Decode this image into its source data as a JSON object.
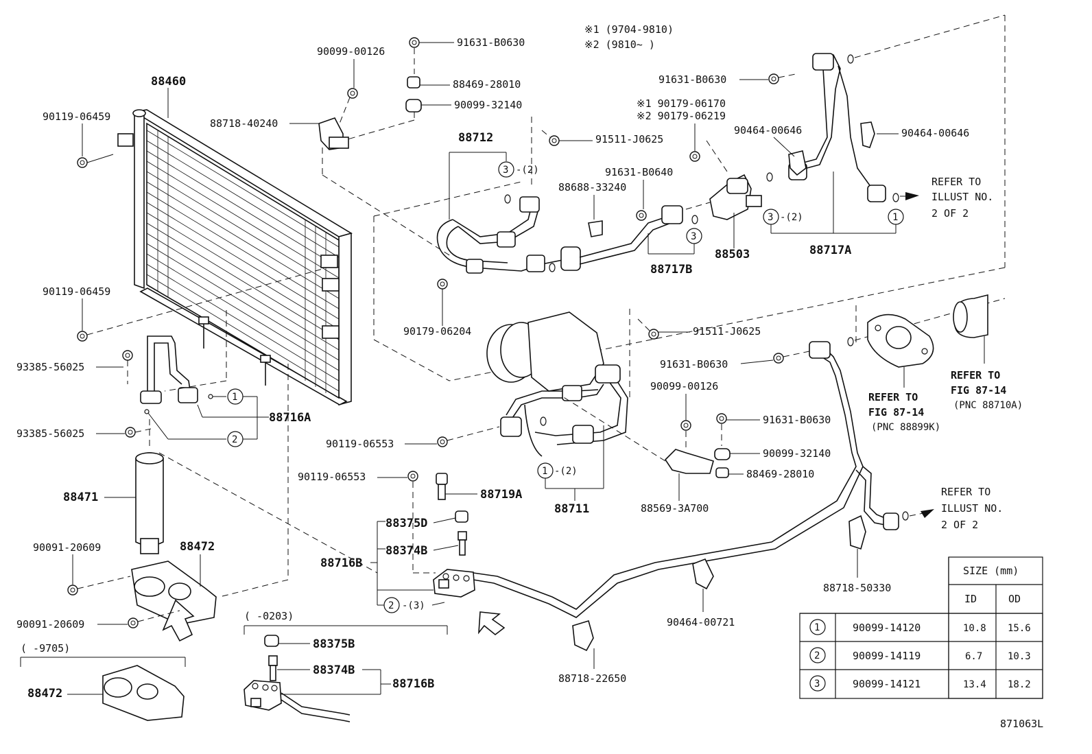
{
  "notes": {
    "line1": "※1 (9704-9810)",
    "line2": "※2 (9810~      )"
  },
  "labels": {
    "p88460": "88460",
    "p90119_06459_a": "90119-06459",
    "p90119_06459_b": "90119-06459",
    "p93385_a": "93385-56025",
    "p93385_b": "93385-56025",
    "p88716A": "88716A",
    "p88471": "88471",
    "p90091_a": "90091-20609",
    "p90091_b": "90091-20609",
    "p88472_a": "88472",
    "p88472_b": "88472",
    "range_9705": "(     -9705)",
    "range_0203": "(     -0203)",
    "p90099_00126_a": "90099-00126",
    "p91631_B0630_a": "91631-B0630",
    "p88469_a": "88469-28010",
    "p90099_32140_a": "90099-32140",
    "p88718_40240": "88718-40240",
    "p88712": "88712",
    "c3_2_a": "-(2)",
    "p91511_a": "91511-J0625",
    "p90179_06170": "※1 90179-06170",
    "p90179_06219": "※2 90179-06219",
    "p91631_B0630_b": "91631-B0630",
    "p90464_00646_a": "90464-00646",
    "p90464_00646_b": "90464-00646",
    "p91631_B0640": "91631-B0640",
    "p88688": "88688-33240",
    "c3_2_b": "-(2)",
    "p88503": "88503",
    "p88717A": "88717A",
    "p88717B": "88717B",
    "p90179_06204": "90179-06204",
    "p91511_b": "91511-J0625",
    "p91631_B0630_c": "91631-B0630",
    "p90099_00126_b": "90099-00126",
    "p91631_B0630_d": "91631-B0630",
    "p90099_32140_b": "90099-32140",
    "p88469_b": "88469-28010",
    "p88569": "88569-3A700",
    "p90119_06553_a": "90119-06553",
    "p90119_06553_b": "90119-06553",
    "p88719A": "88719A",
    "p88375D": "88375D",
    "p88374B_a": "88374B",
    "p88716B_a": "88716B",
    "c2_3": "-(3)",
    "c1_2": "-(2)",
    "p88711": "88711",
    "p88375B": "88375B",
    "p88374B_b": "88374B",
    "p88716B_b": "88716B",
    "p88718_22650": "88718-22650",
    "p90464_00721": "90464-00721",
    "p88718_50330": "88718-50330",
    "ref1_l1": "REFER TO",
    "ref1_l2": "ILLUST NO.",
    "ref1_l3": "2 OF 2",
    "ref2_l1": "REFER TO",
    "ref2_l2": "ILLUST NO.",
    "ref2_l3": "2 OF 2",
    "fig1_l1": "REFER TO",
    "fig1_l2": "FIG 87-14",
    "fig1_l3": "(PNC 88899K)",
    "fig2_l1": "REFER TO",
    "fig2_l2": "FIG 87-14",
    "fig2_l3": "(PNC 88710A)",
    "fig_id": "871063L"
  },
  "circle_marks": {
    "one": "1",
    "two": "2",
    "three": "3"
  },
  "size_table": {
    "title": "SIZE (mm)",
    "col_id": "ID",
    "col_od": "OD",
    "rows": [
      {
        "mark": "1",
        "part": "90099-14120",
        "id": "10.8",
        "od": "15.6"
      },
      {
        "mark": "2",
        "part": "90099-14119",
        "id": "6.7",
        "od": "10.3"
      },
      {
        "mark": "3",
        "part": "90099-14121",
        "id": "13.4",
        "od": "18.2"
      }
    ]
  }
}
